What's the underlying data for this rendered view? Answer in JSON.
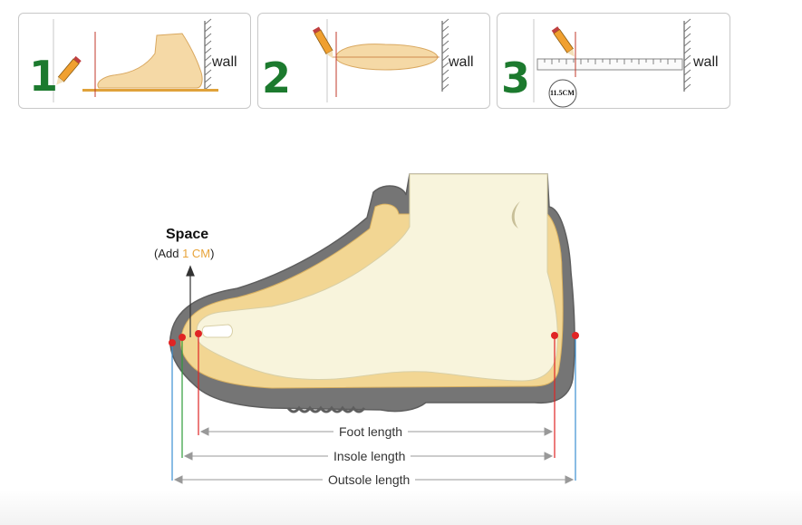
{
  "steps": [
    {
      "number": "1",
      "wall": "wall"
    },
    {
      "number": "2",
      "wall": "wall"
    },
    {
      "number": "3",
      "wall": "wall",
      "measure": "11.5CM"
    }
  ],
  "diagram": {
    "space_title": "Space",
    "space_note_prefix": "(Add ",
    "space_note_value": "1 CM",
    "space_note_suffix": ")",
    "foot_length": "Foot length",
    "insole_length": "Insole length",
    "outsole_length": "Outsole length"
  },
  "colors": {
    "step_number": "#1c7a2e",
    "sole": "#747474",
    "foot": "#f8f4dc",
    "insole": "#f3d99a",
    "marker": "#e02424",
    "accent": "#e8a43a",
    "foot_line": "#e02424",
    "insole_line": "#2e9c3a",
    "outsole_line": "#3b8fd1"
  },
  "icons": [
    "pencil-icon",
    "ruler-icon",
    "wall-hatch-icon",
    "up-arrow-icon"
  ]
}
